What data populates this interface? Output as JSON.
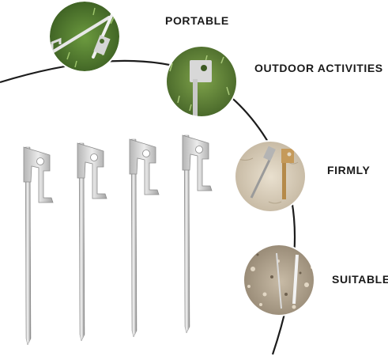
{
  "features": [
    {
      "label": "PORTABLE",
      "image": "stakes-on-grass-photo"
    },
    {
      "label": "OUTDOOR ACTIVITIES",
      "image": "stake-in-grass-photo"
    },
    {
      "label": "FIRMLY",
      "image": "stakes-in-sand-photo"
    },
    {
      "label": "SUITABLE",
      "image": "stake-in-gravel-photo"
    }
  ],
  "product": {
    "stake_count": 4,
    "image": "metal-tent-stake"
  },
  "colors": {
    "arc": "#1c1c1c",
    "metal": "#cfcfcf",
    "label": "#1a1a1a",
    "grass": "#4f7a30",
    "sand": "#d9cdb8",
    "gravel": "#a89a86"
  }
}
